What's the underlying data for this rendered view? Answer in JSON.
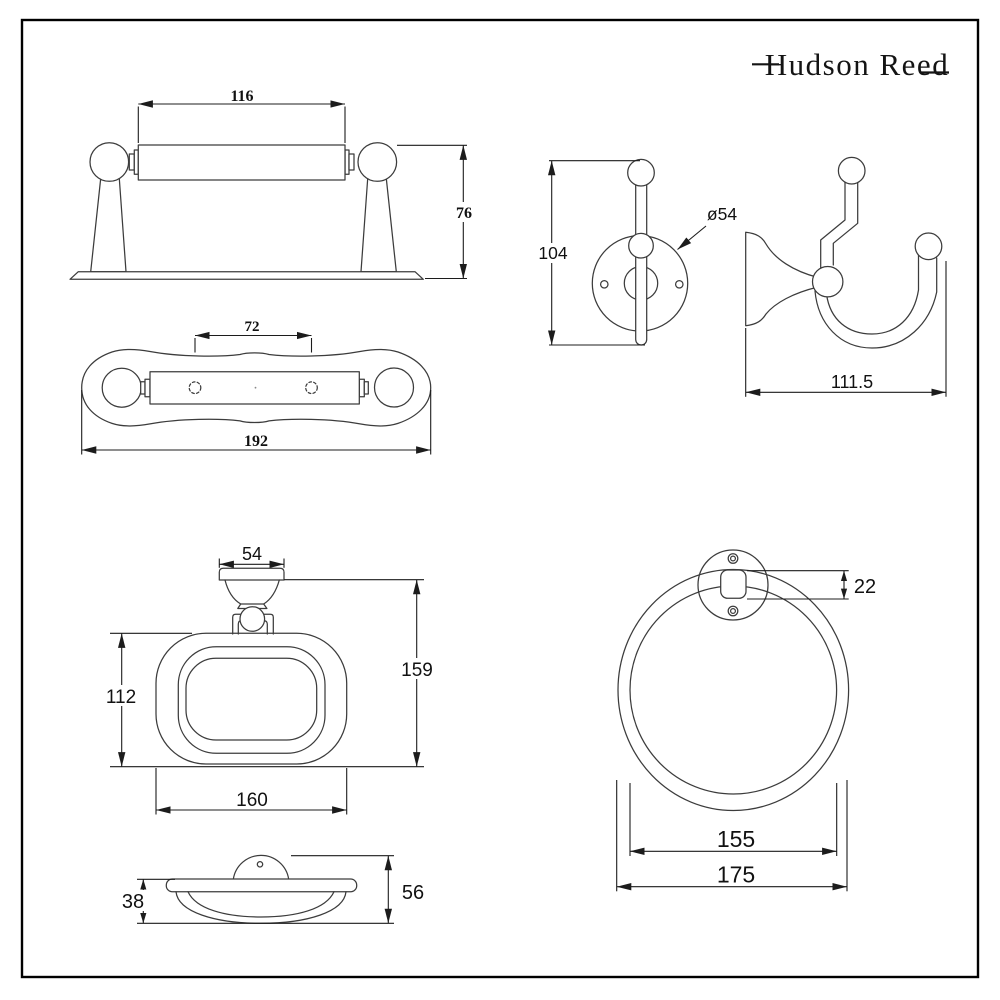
{
  "brand": {
    "logo_text": "Hudson Reed"
  },
  "drawing": {
    "background": "#ffffff",
    "line_color": "#3c3c3c",
    "dimension_color": "#1c1c1c",
    "border_color": "#000000"
  },
  "dims": {
    "roller_width": "116",
    "holder_height": "76",
    "mount_hole_spacing": "72",
    "base_length": "192",
    "hook_height": "104",
    "hook_backplate_diameter": "ø54",
    "hook_projection": "111.5",
    "dish_bracket_width": "54",
    "dish_overall_height": "159",
    "dish_body_height": "112",
    "dish_body_width": "160",
    "dish_bowl_depth": "38",
    "dish_projection": "56",
    "ring_connector_height": "22",
    "ring_inner_diameter": "155",
    "ring_outer_diameter": "175"
  }
}
